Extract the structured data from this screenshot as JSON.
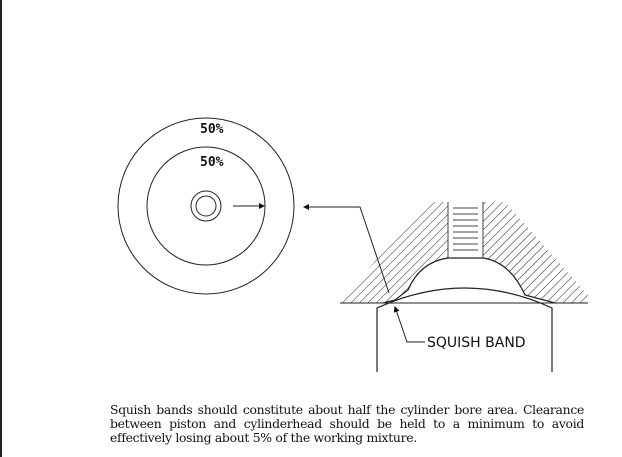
{
  "diagram": {
    "outer_label": "50%",
    "inner_label": "50%",
    "squish_label": "SQUISH BAND"
  },
  "caption": "Squish bands should constitute about half the cylinder bore area. Clearance between piston and cylinderhead should be held to a minimum to avoid effectively losing about 5% of the working mixture."
}
